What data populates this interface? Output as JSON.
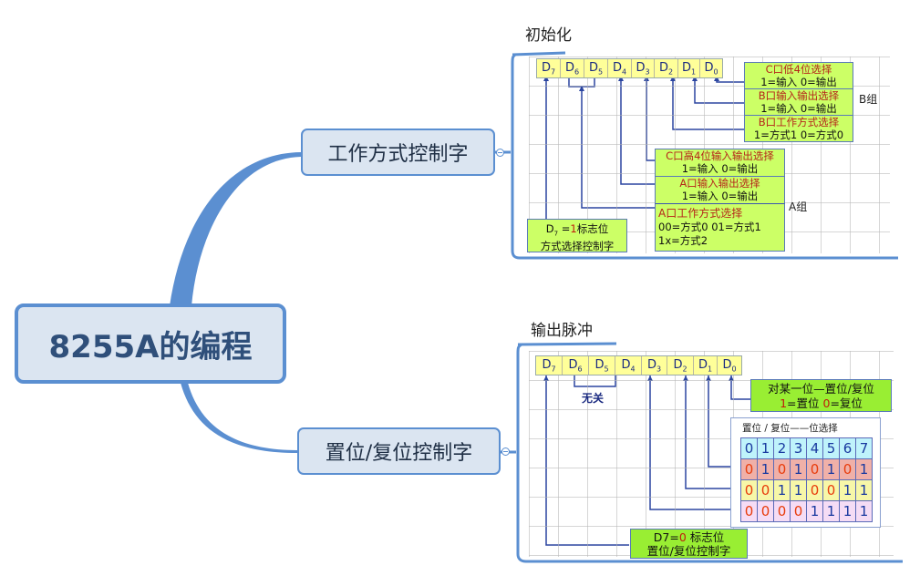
{
  "root": {
    "label": "8255A的编程"
  },
  "branches": [
    {
      "label": "工作方式控制字",
      "section_title": "初始化",
      "bits": [
        {
          "name": "D",
          "sub": "7"
        },
        {
          "name": "D",
          "sub": "6"
        },
        {
          "name": "D",
          "sub": "5"
        },
        {
          "name": "D",
          "sub": "4"
        },
        {
          "name": "D",
          "sub": "3"
        },
        {
          "name": "D",
          "sub": "2"
        },
        {
          "name": "D",
          "sub": "1"
        },
        {
          "name": "D",
          "sub": "0"
        }
      ],
      "group_b_label": "B组",
      "group_a_label": "A组",
      "group_b_boxes": [
        {
          "title": "C口低4位选择",
          "desc": "1=输入    0=输出"
        },
        {
          "title": "B口输入输出选择",
          "desc": "1=输入    0=输出"
        },
        {
          "title": "B口工作方式选择",
          "desc": "1=方式1 0=方式0"
        }
      ],
      "group_a_boxes": [
        {
          "title": "C口高4位输入输出选择",
          "desc": "1=输入    0=输出"
        },
        {
          "title": "A口输入输出选择",
          "desc": "1=输入    0=输出"
        },
        {
          "title": "A口工作方式选择",
          "desc1": "00=方式0    01=方式1",
          "desc2": "1x=方式2"
        }
      ],
      "flag_box": {
        "prefix": "D",
        "sub": "7",
        "eq": " =",
        "value": "1",
        "suffix": "标志位",
        "line2": "方式选择控制字"
      }
    },
    {
      "label": "置位/复位控制字",
      "section_title": "输出脉冲",
      "bits": [
        {
          "name": "D",
          "sub": "7"
        },
        {
          "name": "D",
          "sub": "6"
        },
        {
          "name": "D",
          "sub": "5"
        },
        {
          "name": "D",
          "sub": "4"
        },
        {
          "name": "D",
          "sub": "3"
        },
        {
          "name": "D",
          "sub": "2"
        },
        {
          "name": "D",
          "sub": "1"
        },
        {
          "name": "D",
          "sub": "0"
        }
      ],
      "dont_care_label": "无关",
      "set_reset_box": {
        "line1": "对某一位—置位/复位",
        "one": "1",
        "one_text": "=置位  ",
        "zero": "0",
        "zero_text": "=复位"
      },
      "bit_select": {
        "title": "置位  /  复位——位选择",
        "header": [
          "0",
          "1",
          "2",
          "3",
          "4",
          "5",
          "6",
          "7"
        ],
        "rows": [
          [
            "0",
            "1",
            "0",
            "1",
            "0",
            "1",
            "0",
            "1"
          ],
          [
            "0",
            "0",
            "1",
            "1",
            "0",
            "0",
            "1",
            "1"
          ],
          [
            "0",
            "0",
            "0",
            "0",
            "1",
            "1",
            "1",
            "1"
          ]
        ]
      },
      "flag_box": {
        "prefix": "D7=",
        "value": "0",
        "suffix": " 标志位",
        "line2": "置位/复位控制字"
      }
    }
  ]
}
